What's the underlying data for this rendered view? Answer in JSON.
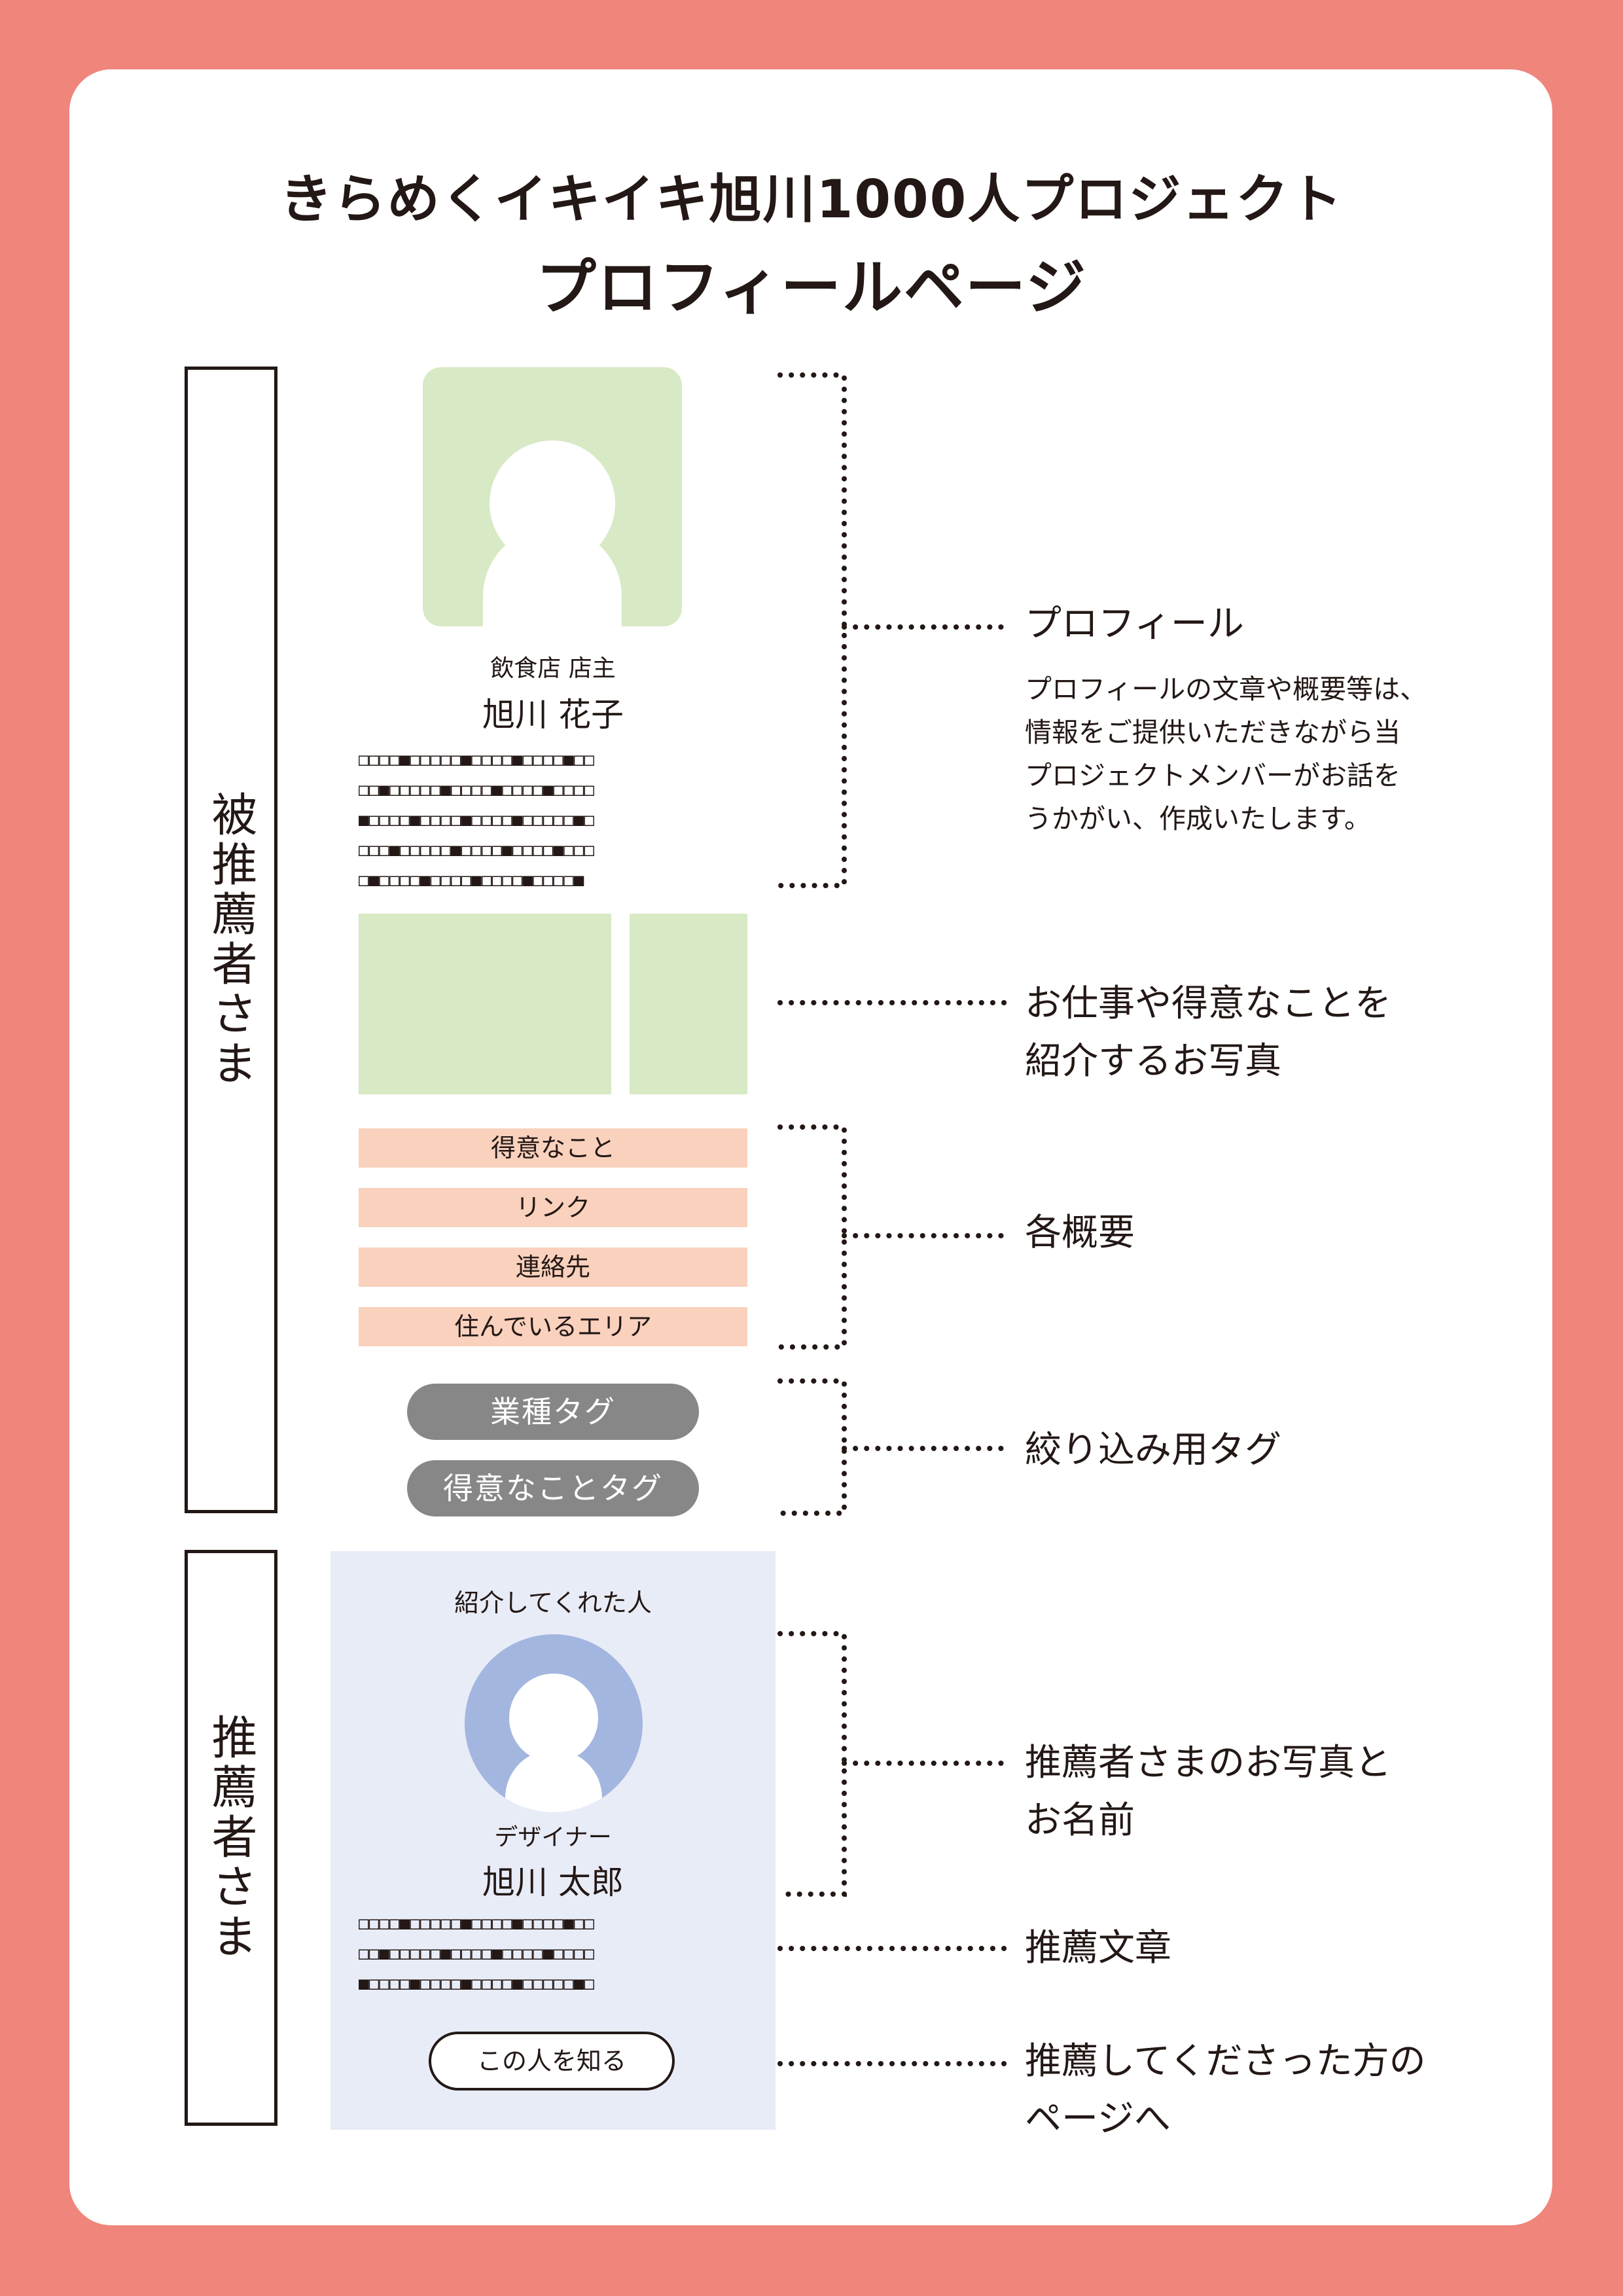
{
  "title": {
    "line1": "きらめくイキイキ旭川1000人プロジェクト",
    "line2": "プロフィールページ"
  },
  "sections": {
    "nominee": "被推薦者さま",
    "recommender": "推薦者さま"
  },
  "profile": {
    "occupation": "飲食店 店主",
    "name": "旭川 花子",
    "text_lines": [
      "□□□□■□□□□□■□□□□■□□□□■□□",
      "□□■□□□□□■□□□□■□□□□■□□□□",
      "■□□□□■□□□□■□□□□■□□□□□■□",
      "□□□■□□□□□■□□□□■□□□□■□□□",
      "□■□□□□■□□□□■□□□□■□□□□■"
    ]
  },
  "info_items": [
    "得意なこと",
    "リンク",
    "連絡先",
    "住んでいるエリア"
  ],
  "tags": [
    "業種タグ",
    "得意なことタグ"
  ],
  "recommender": {
    "heading": "紹介してくれた人",
    "occupation": "デザイナー",
    "name": "旭川 太郎",
    "text_lines": [
      "□□□□■□□□□□■□□□□■□□□□■□□",
      "□□■□□□□□■□□□□■□□□□■□□□□",
      "■□□□□■□□□□■□□□□■□□□□□■□"
    ],
    "button_label": "この人を知る"
  },
  "annotations": {
    "profile": {
      "label": "プロフィール",
      "description_lines": [
        "プロフィールの文章や概要等は、",
        "情報をご提供いただきながら当",
        "プロジェクトメンバーがお話を",
        "うかがい、作成いたします。"
      ]
    },
    "photos": [
      "お仕事や得意なことを",
      "紹介するお写真"
    ],
    "overview": "各概要",
    "filter_tags": "絞り込み用タグ",
    "recommender_photo": [
      "推薦者さまのお写真と",
      "お名前"
    ],
    "recommendation_text": "推薦文章",
    "recommender_page": [
      "推薦してくださった方の",
      "ページへ"
    ]
  },
  "colors": {
    "background": "#f0857c",
    "card": "#ffffff",
    "photo_green": "#d7e9c5",
    "info_peach": "#f9d1bd",
    "tag_gray": "#878787",
    "panel_blue": "#e8ecf7",
    "avatar_blue": "#a3b6df",
    "text": "#231815"
  }
}
